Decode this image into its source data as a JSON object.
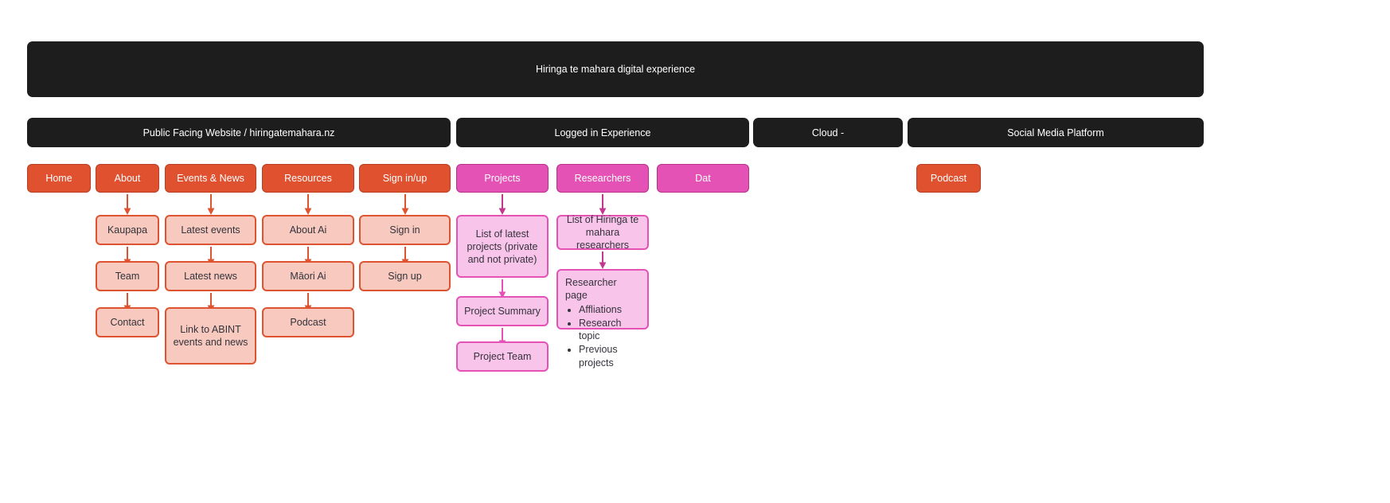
{
  "diagram": {
    "title": "Hiringa te mahara digital experience",
    "colors": {
      "dark_bar": "#1d1d1d",
      "orange_solid": "#e0512f",
      "orange_border": "#b83f22",
      "magenta_solid": "#e352b4",
      "magenta_border": "#b6318c",
      "salmon_fill": "#f7c9bf",
      "salmon_border": "#df5430",
      "pink_fill": "#f9c4ea",
      "pink_border": "#e452b6",
      "text_dark": "#33333b",
      "text_light": "#ffffff",
      "background": "#ffffff"
    },
    "sections": [
      {
        "id": "public",
        "label": "Public Facing Website / hiringatemahara.nz"
      },
      {
        "id": "loggedin",
        "label": "Logged in Experience"
      },
      {
        "id": "cloud",
        "label": "Cloud -"
      },
      {
        "id": "social",
        "label": "Social Media Platform"
      }
    ],
    "nav_public": [
      {
        "label": "Home"
      },
      {
        "label": "About"
      },
      {
        "label": "Events & News"
      },
      {
        "label": "Resources"
      },
      {
        "label": "Sign in/up"
      }
    ],
    "nav_loggedin": [
      {
        "label": "Projects"
      },
      {
        "label": "Researchers"
      },
      {
        "label": "Dat"
      }
    ],
    "nav_social": [
      {
        "label": "Podcast"
      }
    ],
    "columns": {
      "about": [
        "Kaupapa",
        "Team",
        "Contact"
      ],
      "events_news": [
        "Latest events",
        "Latest news",
        "Link to ABINT events and news"
      ],
      "resources": [
        "About Ai",
        "Māori Ai",
        "Podcast"
      ],
      "sign_in_up": [
        "Sign in",
        "Sign up"
      ],
      "projects": [
        "List of latest projects (private and not private)",
        "Project Summary",
        "Project Team"
      ],
      "researchers_list": "List of Hiringa te mahara researchers",
      "researcher_page": {
        "title": "Researcher page",
        "bullets": [
          "Affliations",
          "Research topic",
          "Previous projects"
        ]
      }
    }
  }
}
